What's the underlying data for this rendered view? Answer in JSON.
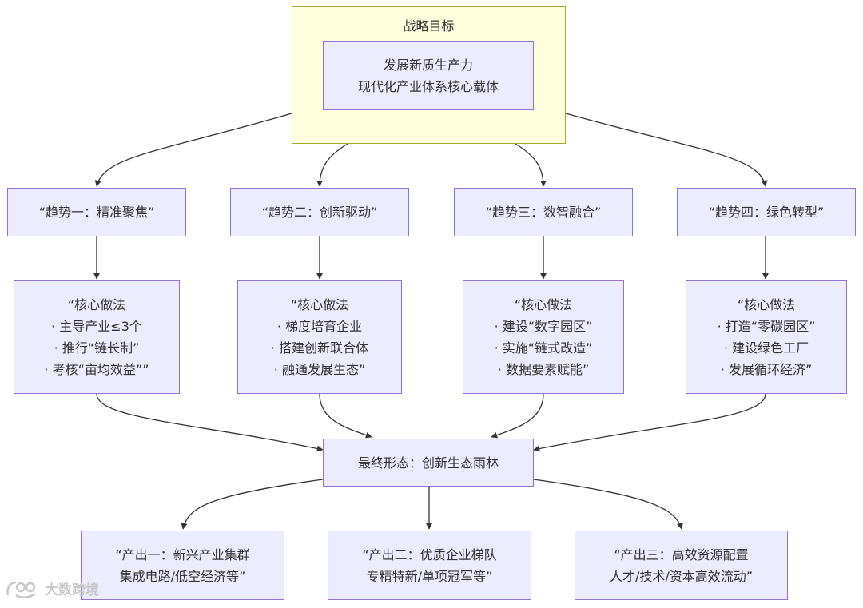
{
  "group": {
    "title": "战略目标"
  },
  "goal": {
    "line1": "发展新质生产力",
    "line2": "现代化产业体系核心载体"
  },
  "trends": [
    {
      "label": "“趋势一：精准聚焦”"
    },
    {
      "label": "“趋势二：创新驱动”"
    },
    {
      "label": "“趋势三：数智融合”"
    },
    {
      "label": "“趋势四：绿色转型”"
    }
  ],
  "methods": [
    {
      "title": "“核心做法",
      "items": [
        "· 主导产业≤3个",
        "· 推行“链长制”",
        "· 考核“亩均效益””"
      ]
    },
    {
      "title": "“核心做法",
      "items": [
        "· 梯度培育企业",
        "· 搭建创新联合体",
        "· 融通发展生态”"
      ]
    },
    {
      "title": "“核心做法",
      "items": [
        "· 建设“数字园区”",
        "· 实施“链式改造”",
        "· 数据要素赋能”"
      ]
    },
    {
      "title": "“核心做法",
      "items": [
        "· 打造“零碳园区”",
        "· 建设绿色工厂",
        "· 发展循环经济”"
      ]
    }
  ],
  "final": {
    "label": "最终形态：创新生态雨林"
  },
  "outputs": [
    {
      "line1": "“产出一：新兴产业集群",
      "line2": "集成电路/低空经济等”"
    },
    {
      "line1": "“产出二：优质企业梯队",
      "line2": "专精特新/单项冠军等”"
    },
    {
      "line1": "“产出三：高效资源配置",
      "line2": "人才/技术/资本高效流动”"
    }
  ],
  "watermark": {
    "text": "大数跨境"
  },
  "colors": {
    "node_fill": "#ececff",
    "node_border": "#9370db",
    "group_fill": "#ffffde",
    "group_border": "#aaaa33",
    "edge": "#333333",
    "text": "#333333"
  }
}
